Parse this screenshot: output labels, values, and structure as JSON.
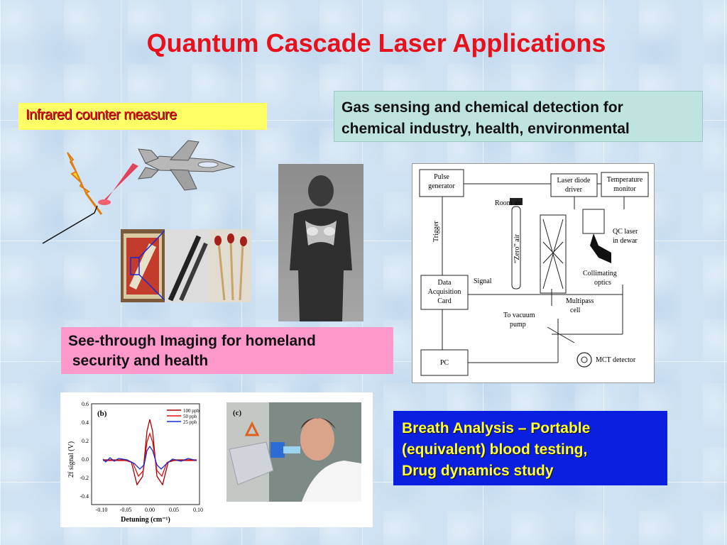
{
  "slide": {
    "title": "Quantum Cascade Laser Applications"
  },
  "labels": {
    "infrared": "Infrared counter measure",
    "gas_line1": "Gas sensing and chemical detection for",
    "gas_line2": "chemical industry, health, environmental",
    "see_line1": "See-through Imaging for homeland",
    "see_line2": " security and health",
    "breath_line1": "Breath Analysis – Portable",
    "breath_line2": "(equivalent) blood testing,",
    "breath_line3": "Drug dynamics study"
  },
  "setup_diagram": {
    "pulse_generator": [
      "Pulse",
      "generator"
    ],
    "laser_diode_driver": [
      "Laser diode",
      "driver"
    ],
    "temperature_monitor": [
      "Temperature",
      "monitor"
    ],
    "room_air": "Room air",
    "trigger": "Trigger",
    "zero_air": "“Zero” air",
    "qc_laser": [
      "QC laser",
      "in dewar"
    ],
    "collimating_optics": [
      "Collimating",
      "optics"
    ],
    "signal": "Signal",
    "daq": [
      "Data",
      "Acquisition",
      "Card"
    ],
    "multipass": [
      "Multipass",
      "cell"
    ],
    "vacuum": [
      "To vacuum",
      "pump"
    ],
    "pc": "PC",
    "mct": "MCT detector"
  },
  "graph": {
    "panel_b": "(b)",
    "panel_c": "(c)",
    "ylabel": "2f signal  (V)",
    "xlabel": "Detuning  (cm⁻¹)",
    "legend": [
      "100 ppb",
      "50 ppb",
      "25 ppb"
    ],
    "xticks": [
      "-0.10",
      "-0.05",
      "0.00",
      "0.05",
      "0.10"
    ],
    "yticks": [
      "0.6",
      "0.4",
      "0.2",
      "0.0",
      "-0.2",
      "-0.4"
    ]
  },
  "colors": {
    "title": "#e8101a",
    "series_100": "#a30000",
    "series_50": "#e01010",
    "series_25": "#1a2acc"
  },
  "icons": {
    "jet": "jet-aircraft-icon",
    "flare": "flare-missile-icon"
  }
}
